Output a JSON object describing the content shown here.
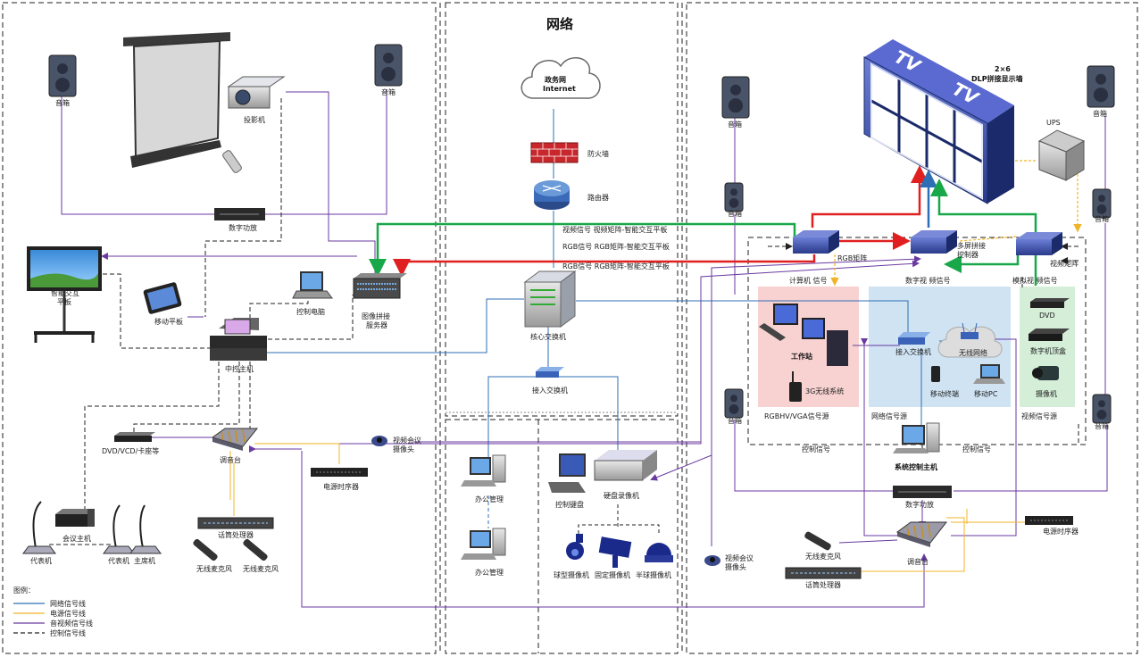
{
  "title": "网络",
  "cloud": {
    "line1": "政务网",
    "line2": "Internet"
  },
  "left": {
    "speaker_l": "音箱",
    "speaker_r": "音箱",
    "projector": "投影机",
    "digital_amp": "数字功放",
    "panel": "智能交互",
    "panel2": "平板",
    "tablet": "移动平板",
    "laptop": "控制电脑",
    "stitch_server": "图像拼接",
    "stitch_server2": "服务器",
    "central": "中控主机",
    "dvd": "DVD/VCD/卡座等",
    "mixer": "调音台",
    "timer": "电源时序器",
    "conf_host": "会议主机",
    "processor": "话筒处理器",
    "rep1": "代表机",
    "rep2": "代表机",
    "chair": "主席机",
    "mic1": "无线麦克风",
    "mic2": "无线麦克风"
  },
  "legend": {
    "title": "图例：",
    "items": [
      {
        "label": "网络信号线",
        "color": "#2d6fb5",
        "dash": false
      },
      {
        "label": "电源信号线",
        "color": "#f0b429",
        "dash": false
      },
      {
        "label": "音视频信号线",
        "color": "#6a3aa0",
        "dash": false
      },
      {
        "label": "控制信号线",
        "color": "#222222",
        "dash": true
      }
    ]
  },
  "center": {
    "firewall": "防火墙",
    "router": "路由器",
    "core_switch": "核心交换机",
    "access_switch": "接入交换机",
    "vc_cam": "视频会议",
    "vc_cam2": "摄像头",
    "office1": "办公管理",
    "office2": "办公管理",
    "keyboard": "控制键盘",
    "dvr": "硬盘录像机",
    "ball_cam": "球型摄像机",
    "fixed_cam": "固定摄像机",
    "dome_cam": "半球摄像机",
    "sig1": "视频信号   视频矩阵-智能交互平板",
    "sig2": "RGB信号   RGB矩阵-智能交互平板",
    "sig3": "RGB信号   RGB矩阵-智能交互平板"
  },
  "right": {
    "wall_title": "2×6",
    "wall_sub": "DLP拼接显示墙",
    "tv": "TV",
    "ups": "UPS",
    "speakers": [
      "音箱",
      "音箱",
      "音箱",
      "音箱",
      "音箱",
      "音箱"
    ],
    "rgb_matrix": "RGB矩阵",
    "multi_ctrl": "多屏拼接",
    "multi_ctrl2": "控制器",
    "video_matrix": "视频矩阵",
    "computer_sig": "计算机 信号",
    "digital_sig": "数字视 频信号",
    "analog_sig": "模拟视 频信号",
    "workstation": "工作站",
    "wireless3g": "3G无线系统",
    "rgbhv": "RGBHV/VGA信号源",
    "access_switch": "接入交换机",
    "wireless_net": "无线网络",
    "mobile": "移动终端",
    "mobile_pc": "移动PC",
    "net_src": "网络信号源",
    "dvd": "DVD",
    "stb": "数字机顶盒",
    "camcorder": "摄像机",
    "video_src": "视频信号源",
    "ctrl_sig1": "控制信号",
    "ctrl_sig2": "控制信号",
    "sys_host": "系统控制主机",
    "digital_amp": "数字功放",
    "vc_cam": "视频会议",
    "vc_cam2": "摄像头",
    "mic": "无线麦克风",
    "processor": "话筒处理器",
    "mixer": "调音台",
    "timer": "电源时序器"
  },
  "colors": {
    "network": "#2d6fb5",
    "power": "#f0b429",
    "av": "#6a3aa0",
    "red": "#e02020",
    "green": "#18a84a",
    "device": "#3a4fa8"
  }
}
